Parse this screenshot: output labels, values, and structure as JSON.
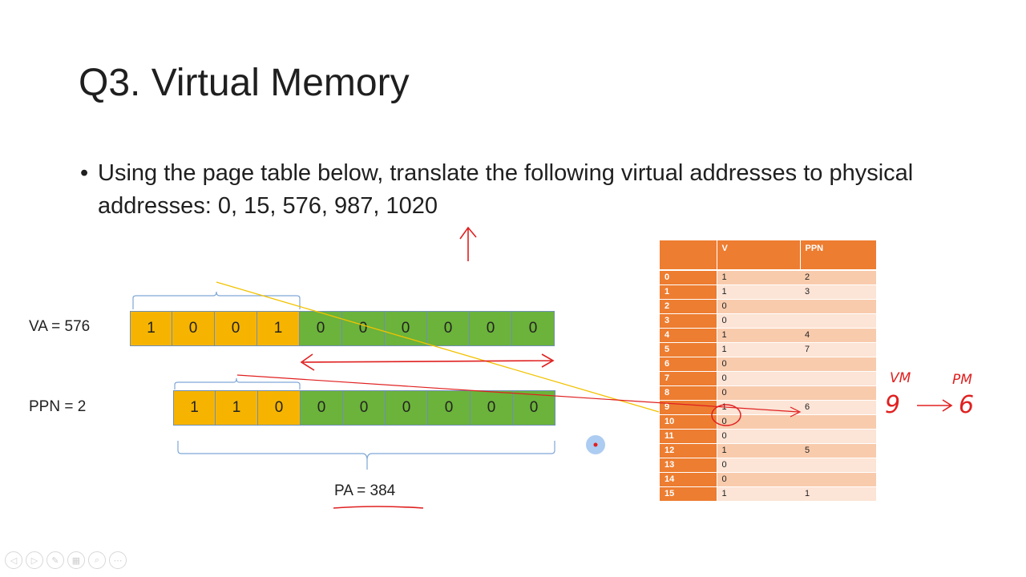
{
  "slide": {
    "title": "Q3. Virtual Memory",
    "bullet": "Using the page table below, translate the following virtual addresses to physical addresses: 0, 15, 576, 987, 1020"
  },
  "va": {
    "label": "VA = 576",
    "bits": [
      "1",
      "0",
      "0",
      "1",
      "0",
      "0",
      "0",
      "0",
      "0",
      "0"
    ],
    "orange_count": 4
  },
  "ppn": {
    "label": "PPN = 2",
    "bits": [
      "1",
      "1",
      "0",
      "0",
      "0",
      "0",
      "0",
      "0",
      "0"
    ],
    "orange_count": 3
  },
  "pa_label": "PA = 384",
  "page_table": {
    "headers": [
      "",
      "V",
      "PPN"
    ],
    "rows": [
      [
        "0",
        "1",
        "2"
      ],
      [
        "1",
        "1",
        "3"
      ],
      [
        "2",
        "0",
        ""
      ],
      [
        "3",
        "0",
        ""
      ],
      [
        "4",
        "1",
        "4"
      ],
      [
        "5",
        "1",
        "7"
      ],
      [
        "6",
        "0",
        ""
      ],
      [
        "7",
        "0",
        ""
      ],
      [
        "8",
        "0",
        ""
      ],
      [
        "9",
        "1",
        "6"
      ],
      [
        "10",
        "0",
        ""
      ],
      [
        "11",
        "0",
        ""
      ],
      [
        "12",
        "1",
        "5"
      ],
      [
        "13",
        "0",
        ""
      ],
      [
        "14",
        "0",
        ""
      ],
      [
        "15",
        "1",
        "1"
      ]
    ]
  },
  "annotation": {
    "vm": "VM",
    "pm": "PM",
    "vm_value": "9",
    "pm_value": "6"
  },
  "colors": {
    "orange_bit": "#f6b400",
    "green_bit": "#6bb33a",
    "table_header": "#ed7d31",
    "ink_red": "#e02020",
    "ink_yellow": "#f2c200"
  },
  "toolbar": {
    "icons": [
      "prev-icon",
      "next-icon",
      "pen-icon",
      "slides-icon",
      "zoom-icon",
      "more-icon"
    ]
  }
}
